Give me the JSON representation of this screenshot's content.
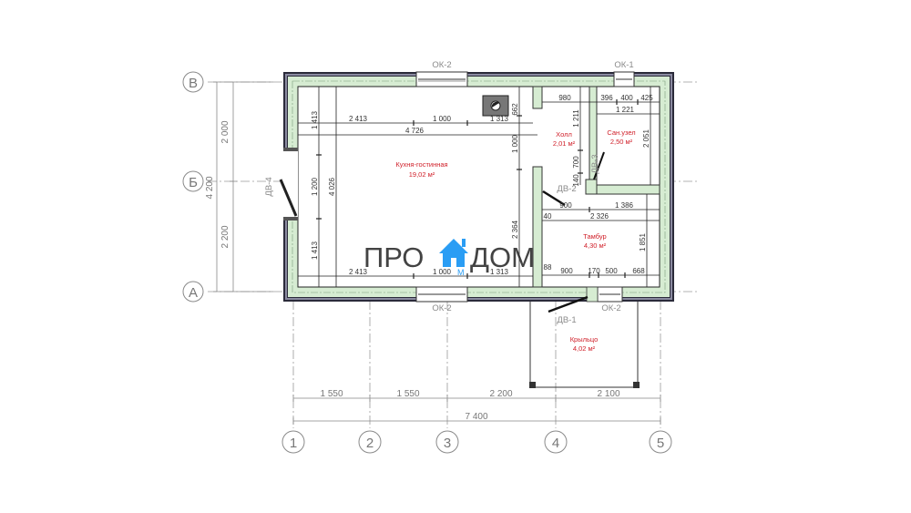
{
  "plan": {
    "axes": {
      "rows": [
        {
          "label": "В"
        },
        {
          "label": "Б"
        },
        {
          "label": "А"
        }
      ],
      "cols": [
        {
          "label": "1"
        },
        {
          "label": "2"
        },
        {
          "label": "3"
        },
        {
          "label": "4"
        },
        {
          "label": "5"
        }
      ]
    },
    "rooms": [
      {
        "name": "Кухня-гостинная",
        "area": "19,02 м²"
      },
      {
        "name": "Холл",
        "area": "2,01 м²"
      },
      {
        "name": "Сан.узел",
        "area": "2,50 м²"
      },
      {
        "name": "Тамбур",
        "area": "4,30 м²"
      },
      {
        "name": "Крыльцо",
        "area": "4,02 м²"
      }
    ],
    "openings": {
      "ok2_top": "ОК-2",
      "ok1_top": "ОК-1",
      "ok2_bottom_left": "ОК-2",
      "ok2_bottom_right": "ОК-2",
      "dv1": "ДВ-1",
      "dv2": "ДВ-2",
      "dv3": "ДВ-3",
      "dv4": "ДВ-4"
    },
    "dimensions": {
      "left_2000": "2 000",
      "left_2200": "2 200",
      "left_4200": "4 200",
      "kitchen_top_2413": "2 413",
      "kitchen_top_1000": "1 000",
      "kitchen_top_1313": "1 313",
      "kitchen_4726": "4 726",
      "kitchen_bot_2413": "2 413",
      "kitchen_bot_1000": "1 000",
      "kitchen_bot_1313": "1 313",
      "kitchen_v_1413a": "1 413",
      "kitchen_v_1200": "1 200",
      "kitchen_v_1413b": "1 413",
      "kitchen_v_4026": "4 026",
      "kitchen_v_662": "662",
      "kitchen_v_1000": "1 000",
      "kitchen_v_2364": "2 364",
      "hall_980": "980",
      "hall_1211": "1 211",
      "hall_700": "700",
      "hall_140": "140",
      "wc_396": "396",
      "wc_400": "400",
      "wc_425": "425",
      "wc_1221": "1 221",
      "wc_2051": "2 051",
      "vest_900a": "900",
      "vest_1386": "1 386",
      "vest_40": "40",
      "vest_2326": "2 326",
      "vest_1851": "1 851",
      "vest_88": "88",
      "vest_900b": "900",
      "vest_170": "170",
      "vest_500": "500",
      "vest_668": "668",
      "bottom_1550a": "1 550",
      "bottom_1550b": "1 550",
      "bottom_2200": "2 200",
      "bottom_2100": "2 100",
      "bottom_total": "7 400"
    },
    "watermark": {
      "left": "ПРО",
      "right": "ДОМ",
      "small": "M"
    },
    "colors": {
      "wall_fill": "#d6ecd2",
      "wall_outline": "#2b2b3a",
      "room_label": "#d0202a",
      "watermark_icon": "#2a9df4",
      "axis": "#7a7a7a"
    }
  }
}
